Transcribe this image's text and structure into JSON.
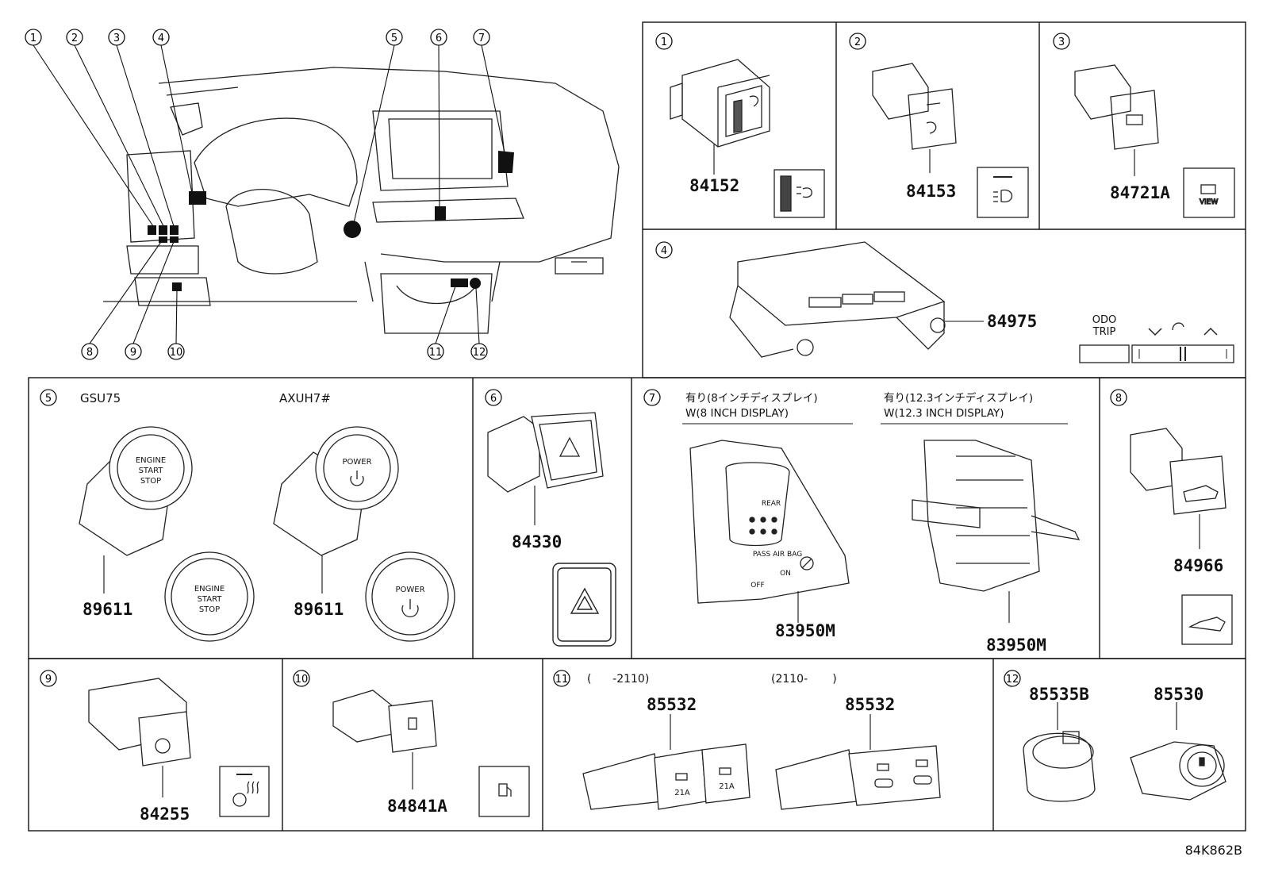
{
  "diagram_code": "84K862B",
  "overview_callouts": [
    "1",
    "2",
    "3",
    "4",
    "5",
    "6",
    "7",
    "8",
    "9",
    "10",
    "11",
    "12"
  ],
  "panels": [
    {
      "num": "1",
      "parts": [
        "84152"
      ]
    },
    {
      "num": "2",
      "parts": [
        "84153"
      ]
    },
    {
      "num": "3",
      "parts": [
        "84721A"
      ],
      "icon_text": "VIEW"
    },
    {
      "num": "4",
      "parts": [
        "84975"
      ],
      "legend": {
        "odo": "ODO",
        "trip": "TRIP"
      }
    },
    {
      "num": "5",
      "variant_a": "GSU75",
      "variant_b": "AXUH7#",
      "parts": [
        "89611",
        "89611"
      ],
      "engine_text": [
        "ENGINE",
        "START",
        "STOP"
      ],
      "power_text": "POWER"
    },
    {
      "num": "6",
      "parts": [
        "84330"
      ]
    },
    {
      "num": "7",
      "heading_a_jp": "有り(8インチディスプレイ)",
      "heading_a_en": "W(8 INCH DISPLAY)",
      "heading_b_jp": "有り(12.3インチディスプレイ)",
      "heading_b_en": "W(12.3 INCH DISPLAY)",
      "parts": [
        "83950M",
        "83950M"
      ],
      "switch_text": {
        "rear": "REAR",
        "pass_air_bag": "PASS AIR BAG",
        "on": "ON",
        "off": "OFF"
      }
    },
    {
      "num": "8",
      "parts": [
        "84966"
      ]
    },
    {
      "num": "9",
      "parts": [
        "84255"
      ]
    },
    {
      "num": "10",
      "parts": [
        "84841A"
      ]
    },
    {
      "num": "11",
      "range_a": "(      -2110)",
      "range_b": "(2110-       )",
      "parts": [
        "85532",
        "85532"
      ],
      "usb_label": "21A"
    },
    {
      "num": "12",
      "parts": [
        "85535B",
        "85530"
      ]
    }
  ]
}
